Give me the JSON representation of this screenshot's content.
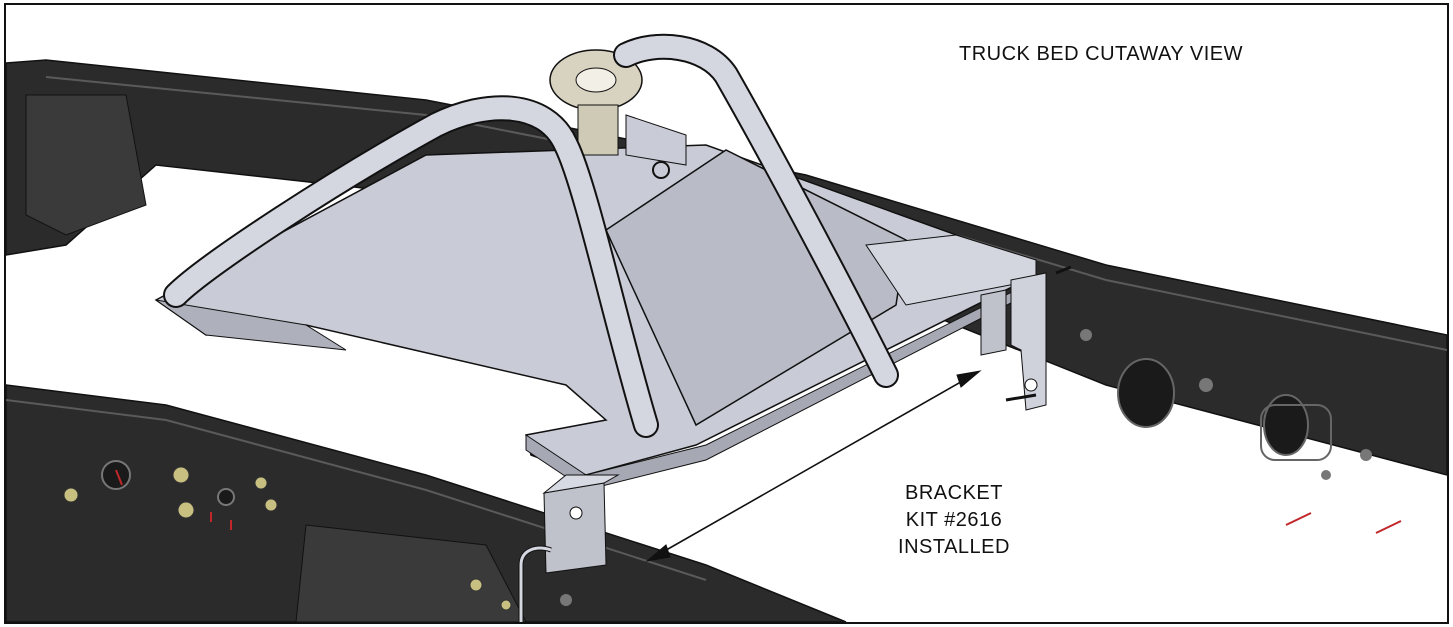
{
  "diagram": {
    "title": "TRUCK BED CUTAWAY VIEW",
    "callout": {
      "lines": [
        "BRACKET",
        "KIT #2616",
        "INSTALLED"
      ]
    }
  },
  "icons": [
    "gooseneck-hitch-icon",
    "frame-rail-icon",
    "bracket-icon",
    "leader-arrow-icon"
  ],
  "colors": {
    "frame_rail": "#2b2b2b",
    "frame_rail_highlight": "#5a5a5a",
    "hitch_plate": "#c9cbd6",
    "hitch_tube": "#d4d6e0",
    "bracket": "#bfc1cb",
    "outline": "#111111"
  }
}
